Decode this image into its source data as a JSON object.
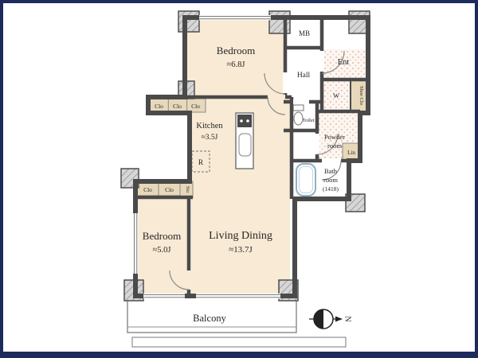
{
  "colors": {
    "frame": "#1c2a5c",
    "wall": "#4a4a4a",
    "room_fill": "#f8ead4",
    "closet_fill": "#e7d8ba",
    "text": "#262626"
  },
  "rooms": {
    "bedroom_top": {
      "label": "Bedroom",
      "size": "≈6.8J"
    },
    "bedroom_left": {
      "label": "Bedroom",
      "size": "≈5.0J"
    },
    "kitchen": {
      "label": "Kitchen",
      "size": "≈3.5J"
    },
    "living_dining": {
      "label": "Living Dining",
      "size": "≈13.7J"
    },
    "balcony": {
      "label": "Balcony"
    },
    "hall": {
      "label": "Hall"
    },
    "entrance": {
      "label": "Ent"
    },
    "meter_box": {
      "label": "MB"
    },
    "toilet": {
      "label": "Toilet"
    },
    "washer": {
      "label": "W"
    },
    "shoe_closet": {
      "label": "Shoe Clo"
    },
    "powder_room": {
      "line1": "Powder",
      "line2": "room"
    },
    "linen": {
      "label": "Lin"
    },
    "bath": {
      "line1": "Bath",
      "line2": "room",
      "line3": "(1418)"
    },
    "refrigerator": {
      "label": "R"
    },
    "storage": {
      "label": "Sto"
    }
  },
  "closets": {
    "top": [
      "Clo",
      "Clo",
      "Clo"
    ],
    "left": [
      "Clo",
      "Clo"
    ]
  },
  "compass": {
    "label": "N"
  }
}
